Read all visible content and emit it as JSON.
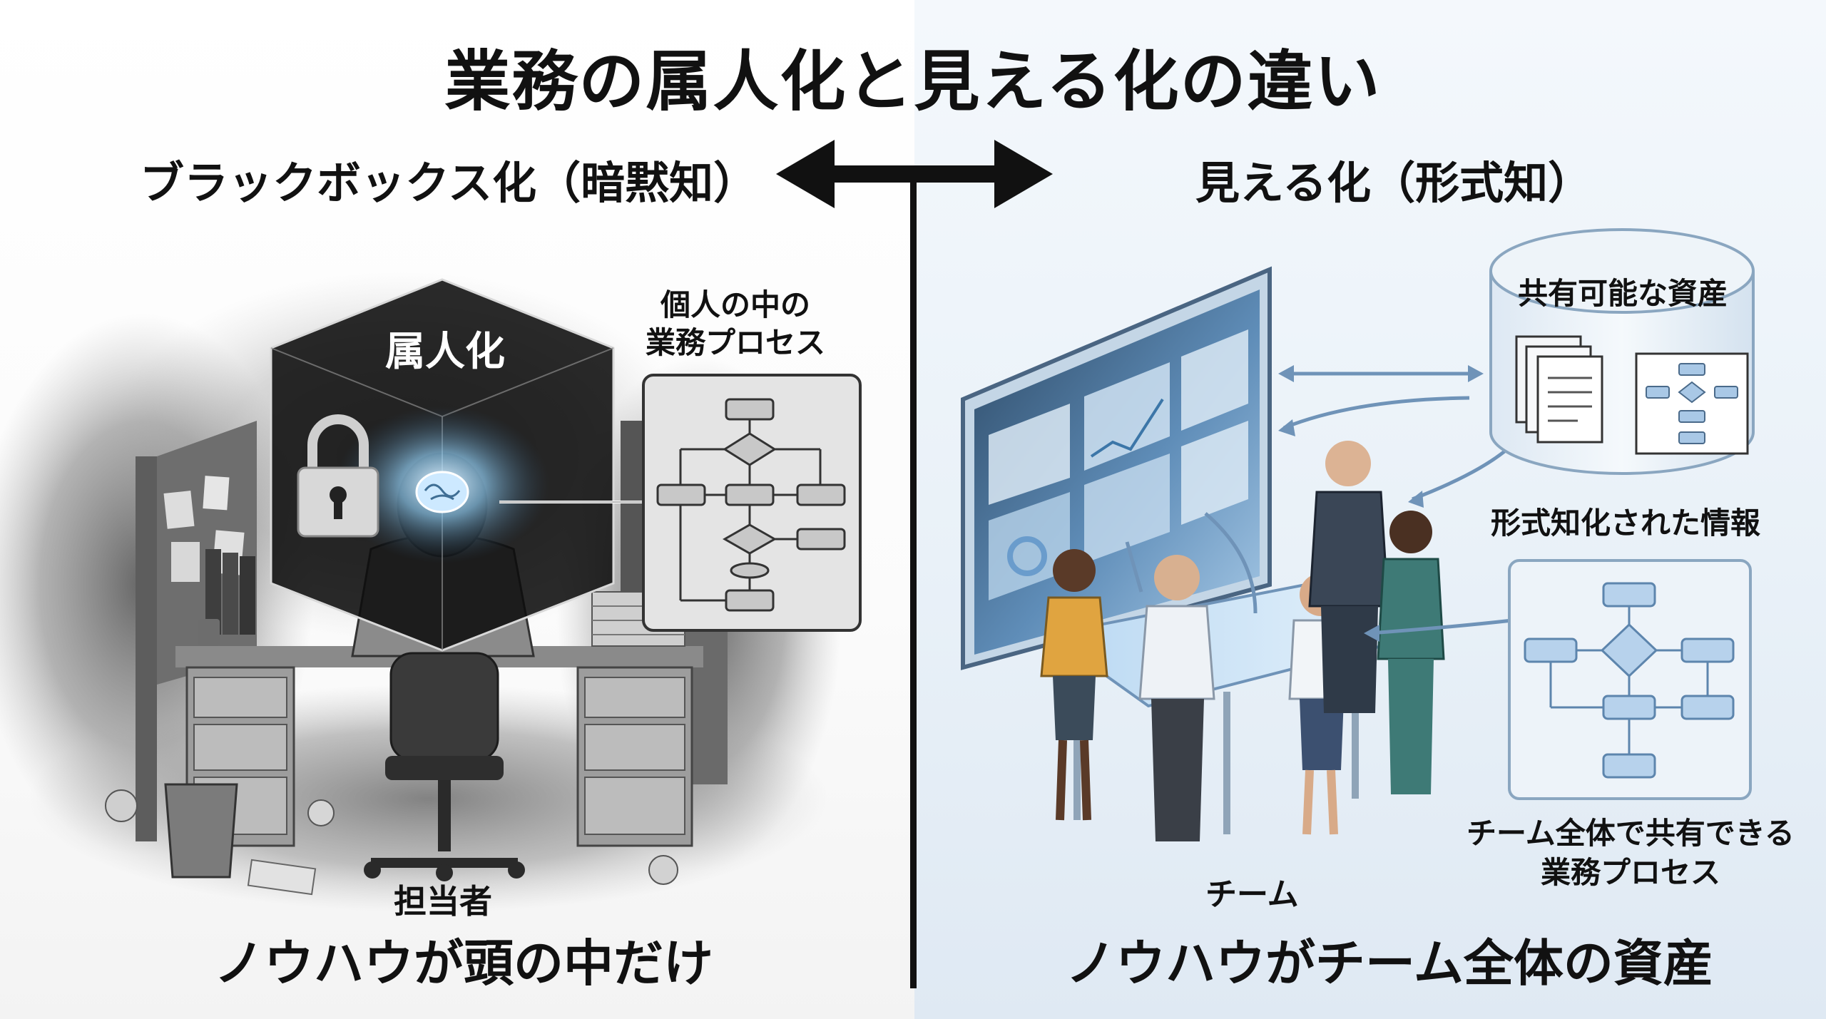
{
  "title": "業務の属人化と見える化の違い",
  "left": {
    "heading": "ブラックボックス化（暗黙知）",
    "cube_label": "属人化",
    "process_label_line1": "個人の中の",
    "process_label_line2": "業務プロセス",
    "person_label": "担当者",
    "caption": "ノウハウが頭の中だけ"
  },
  "right": {
    "heading": "見える化（形式知）",
    "cylinder_label": "共有可能な資産",
    "info_label": "形式知化された情報",
    "shared_label_line1": "チーム全体で共有できる",
    "shared_label_line2": "業務プロセス",
    "team_label": "チーム",
    "caption": "ノウハウがチーム全体の資産"
  },
  "icons": [
    "lock-icon",
    "brain-icon",
    "document-icon",
    "flowchart-icon",
    "double-arrow-icon"
  ],
  "colors": {
    "dark": "#111111",
    "cube": "#0c0c0c",
    "blue_accent": "#7ea9d6",
    "blue_light": "#cfe0f1",
    "line_blue": "#6f93b8"
  }
}
